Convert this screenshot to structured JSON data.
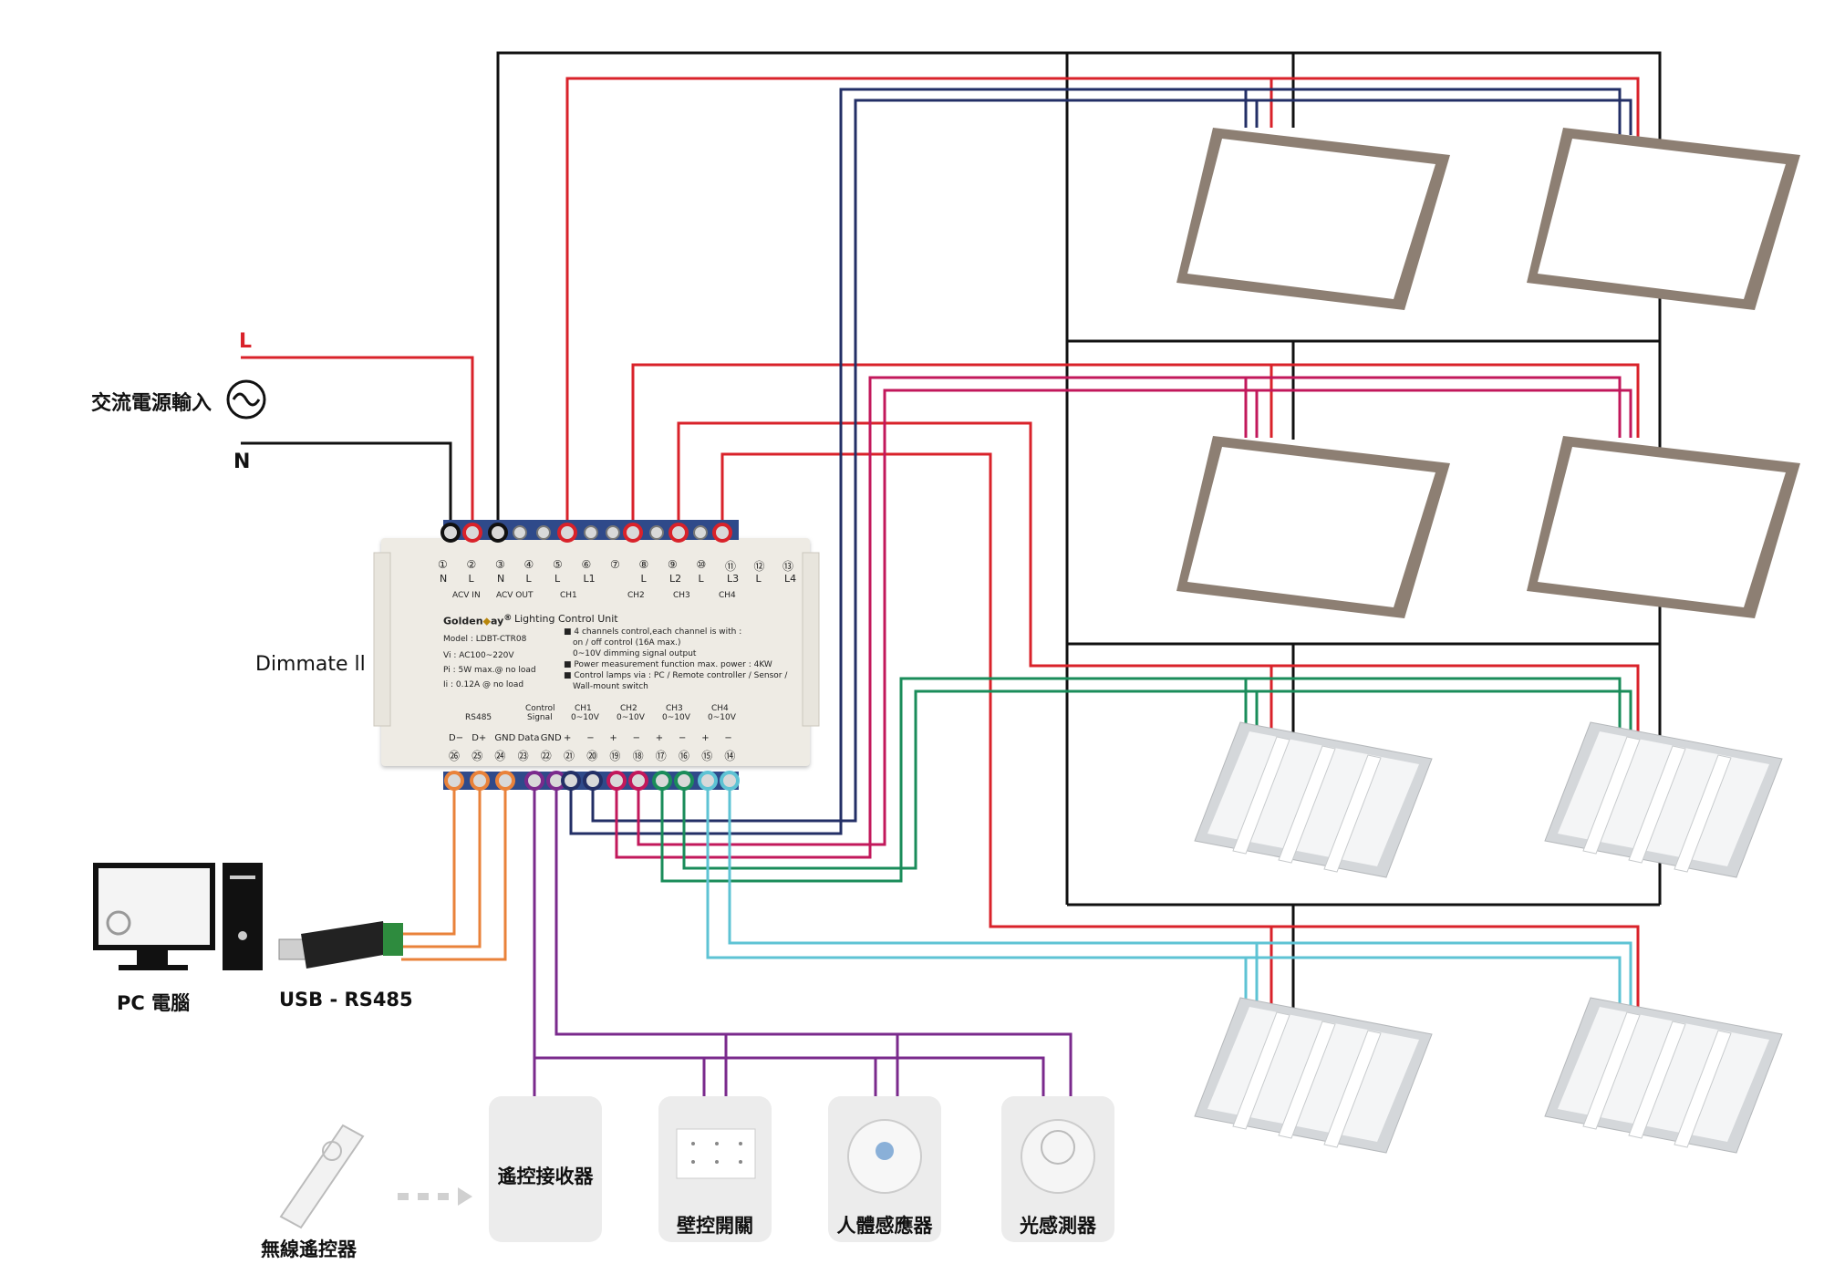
{
  "labels": {
    "ac_input": "交流電源輸入",
    "L": "L",
    "N": "N",
    "device_name": "Dimmate ll",
    "pc": "PC 電腦",
    "usb": "USB - RS485",
    "wireless_remote": "無線遙控器",
    "remote_receiver": "遙控接收器",
    "wall_switch": "壁控開關",
    "motion_sensor": "人體感應器",
    "light_sensor": "光感測器"
  },
  "unit": {
    "top_numbers": [
      "①",
      "②",
      "③",
      "④",
      "⑤",
      "⑥",
      "⑦",
      "⑧",
      "⑨",
      "⑩",
      "⑪",
      "⑫",
      "⑬"
    ],
    "top_letters": [
      "N",
      "L",
      "N",
      "L",
      "L",
      "L1",
      "",
      "L",
      "L2",
      "L",
      "L3",
      "L",
      "L4"
    ],
    "acv_in": "ACV IN",
    "acv_out": "ACV OUT",
    "ch1": "CH1",
    "ch2": "CH2",
    "ch3": "CH3",
    "ch4": "CH4",
    "brand": "Golden",
    "brand_suffix": "ay",
    "title": "Lighting Control Unit",
    "model": "Model : LDBT-CTR08",
    "vi": "Vi : AC100~220V",
    "pi": "Pi : 5W max.@ no load",
    "ii": "Ii : 0.12A @ no load",
    "spec1": "■ 4 channels control,each channel is with :",
    "spec2": "on / off control (16A max.)",
    "spec3": "0~10V dimming signal output",
    "spec4": "■ Power measurement function max. power : 4KW",
    "spec5": "■ Control lamps via : PC / Remote controller / Sensor /",
    "spec6": "Wall-mount switch",
    "rs485": "RS485",
    "control_signal_1": "Control",
    "control_signal_2": "Signal",
    "range": "0~10V",
    "bottom_letters": [
      "D−",
      "D+",
      "GND",
      "Data",
      "GND",
      "+",
      "−",
      "+",
      "−",
      "+",
      "−",
      "+",
      "−"
    ],
    "bottom_numbers": [
      "㉖",
      "㉕",
      "㉔",
      "㉓",
      "㉒",
      "㉑",
      "⑳",
      "⑲",
      "⑱",
      "⑰",
      "⑯",
      "⑮",
      "⑭"
    ]
  },
  "colors": {
    "black": "#111111",
    "red": "#d9222a",
    "navy": "#232f66",
    "magenta": "#c2185b",
    "green": "#1a8c5a",
    "cyan": "#5ec3d4",
    "orange": "#e9823a",
    "purple": "#7a2a8c"
  }
}
